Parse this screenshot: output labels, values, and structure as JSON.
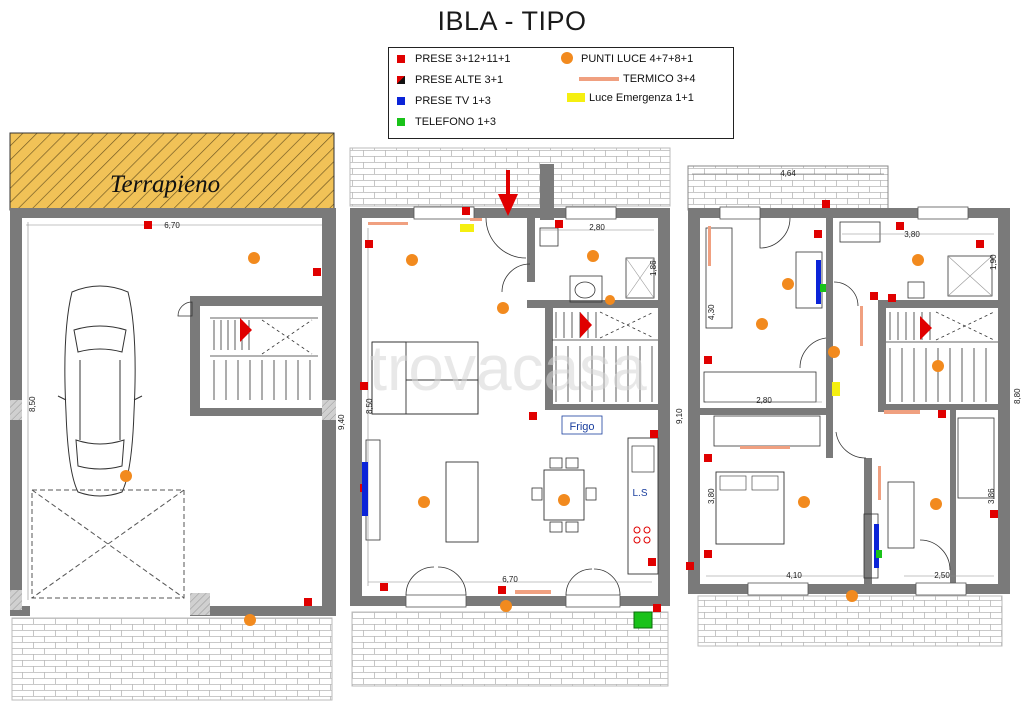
{
  "title": "IBLA - TIPO",
  "legend": {
    "prese": "PRESE 3+12+11+1",
    "prese_alte": "PRESE ALTE 3+1",
    "prese_tv": "PRESE TV 1+3",
    "telefono": "TELEFONO 1+3",
    "punti_luce": "PUNTI LUCE 4+7+8+1",
    "termico": "TERMICO 3+4",
    "luce_emergenza": "Luce Emergenza 1+1"
  },
  "colors": {
    "presa": "#e00000",
    "punto_luce": "#f28a1e",
    "tv": "#0b24d8",
    "telefono": "#19c219",
    "termico": "#f0a080",
    "emergenza": "#f5ef10",
    "wall": "#7a7a7a"
  },
  "labels": {
    "terrapieno": "Terrapieno",
    "frigo": "Frigo",
    "ls": "L.S",
    "watermark": "trovacasa"
  },
  "dimensions": {
    "basement_width": "6,70",
    "basement_height": "8,50",
    "basement_height_2": "9,40",
    "ground_height": "8,50",
    "ground_height_2": "9,10",
    "ground_bath_width": "2,80",
    "ground_bath_height": "1,86",
    "ground_bottom_width": "6,70",
    "first_balcony": "4,64",
    "first_bath_width": "3,80",
    "first_bath_height": "1,90",
    "first_left_height": "4,30",
    "first_left_width": "2,80",
    "first_bed_height": "3,80",
    "first_bed_width": "4,10",
    "first_right_height": "3,86",
    "first_right_width": "2,50",
    "first_total_height": "8,80"
  }
}
